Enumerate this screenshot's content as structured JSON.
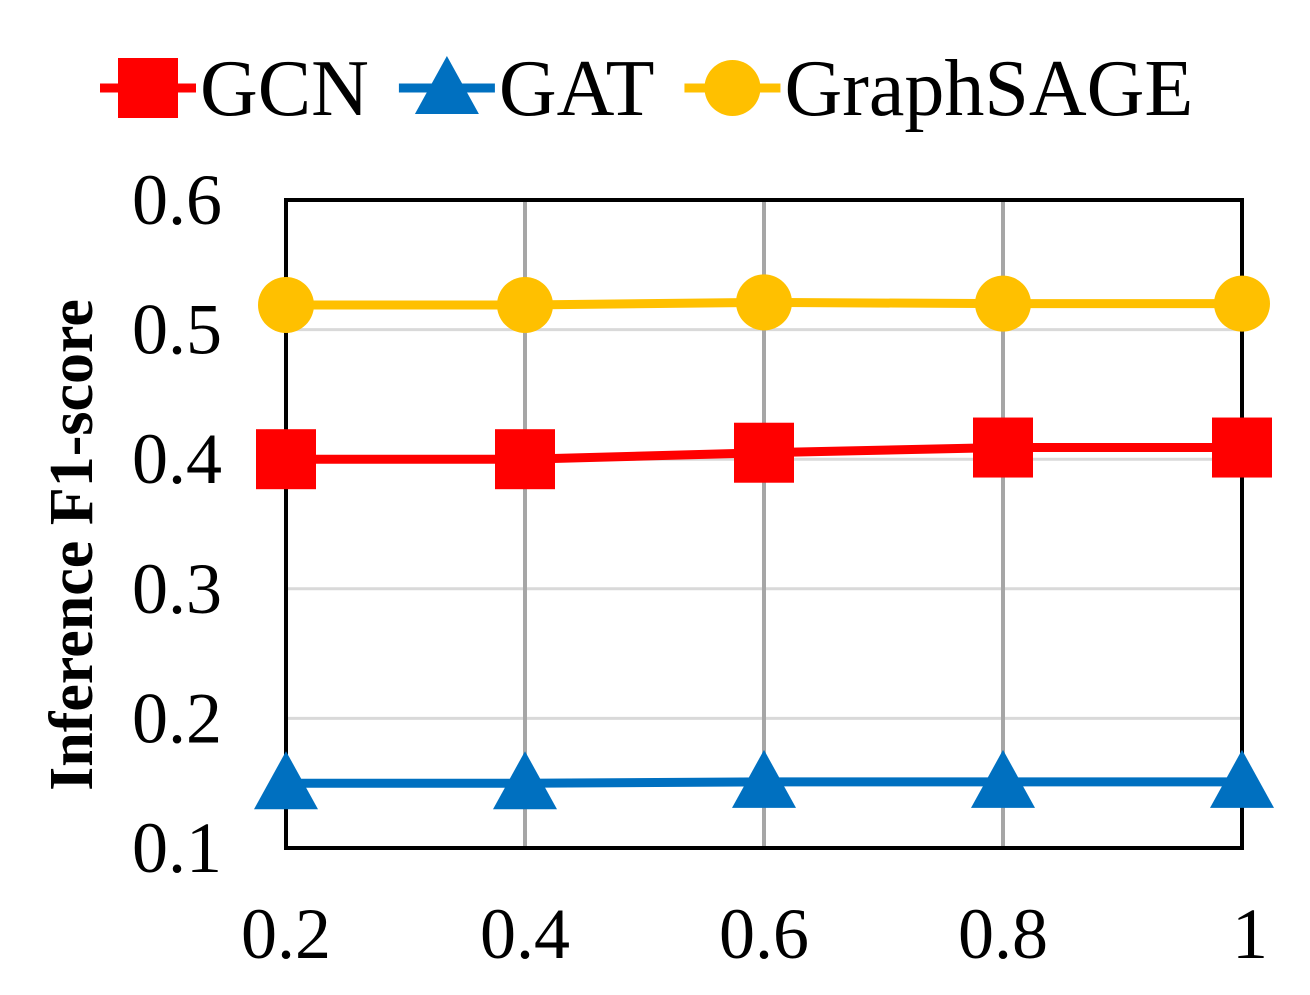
{
  "chart_data": {
    "type": "line",
    "title": "",
    "xlabel": "",
    "ylabel": "Inference F1-score",
    "x": [
      0.2,
      0.4,
      0.6,
      0.8,
      1
    ],
    "x_tick_labels": [
      "0.2",
      "0.4",
      "0.6",
      "0.8",
      "1"
    ],
    "ylim": [
      0.1,
      0.6
    ],
    "y_ticks": [
      0.1,
      0.2,
      0.3,
      0.4,
      0.5,
      0.6
    ],
    "y_tick_labels": [
      "0.1",
      "0.2",
      "0.3",
      "0.4",
      "0.5",
      "0.6"
    ],
    "grid": true,
    "legend_position": "top",
    "series": [
      {
        "name": "GCN",
        "color": "#ff0000",
        "marker": "square",
        "values": [
          0.4,
          0.4,
          0.405,
          0.409,
          0.409
        ]
      },
      {
        "name": "GAT",
        "color": "#0070c0",
        "marker": "triangle",
        "values": [
          0.15,
          0.15,
          0.151,
          0.151,
          0.151
        ]
      },
      {
        "name": "GraphSAGE",
        "color": "#ffc000",
        "marker": "circle",
        "values": [
          0.519,
          0.519,
          0.521,
          0.52,
          0.52
        ]
      }
    ]
  }
}
